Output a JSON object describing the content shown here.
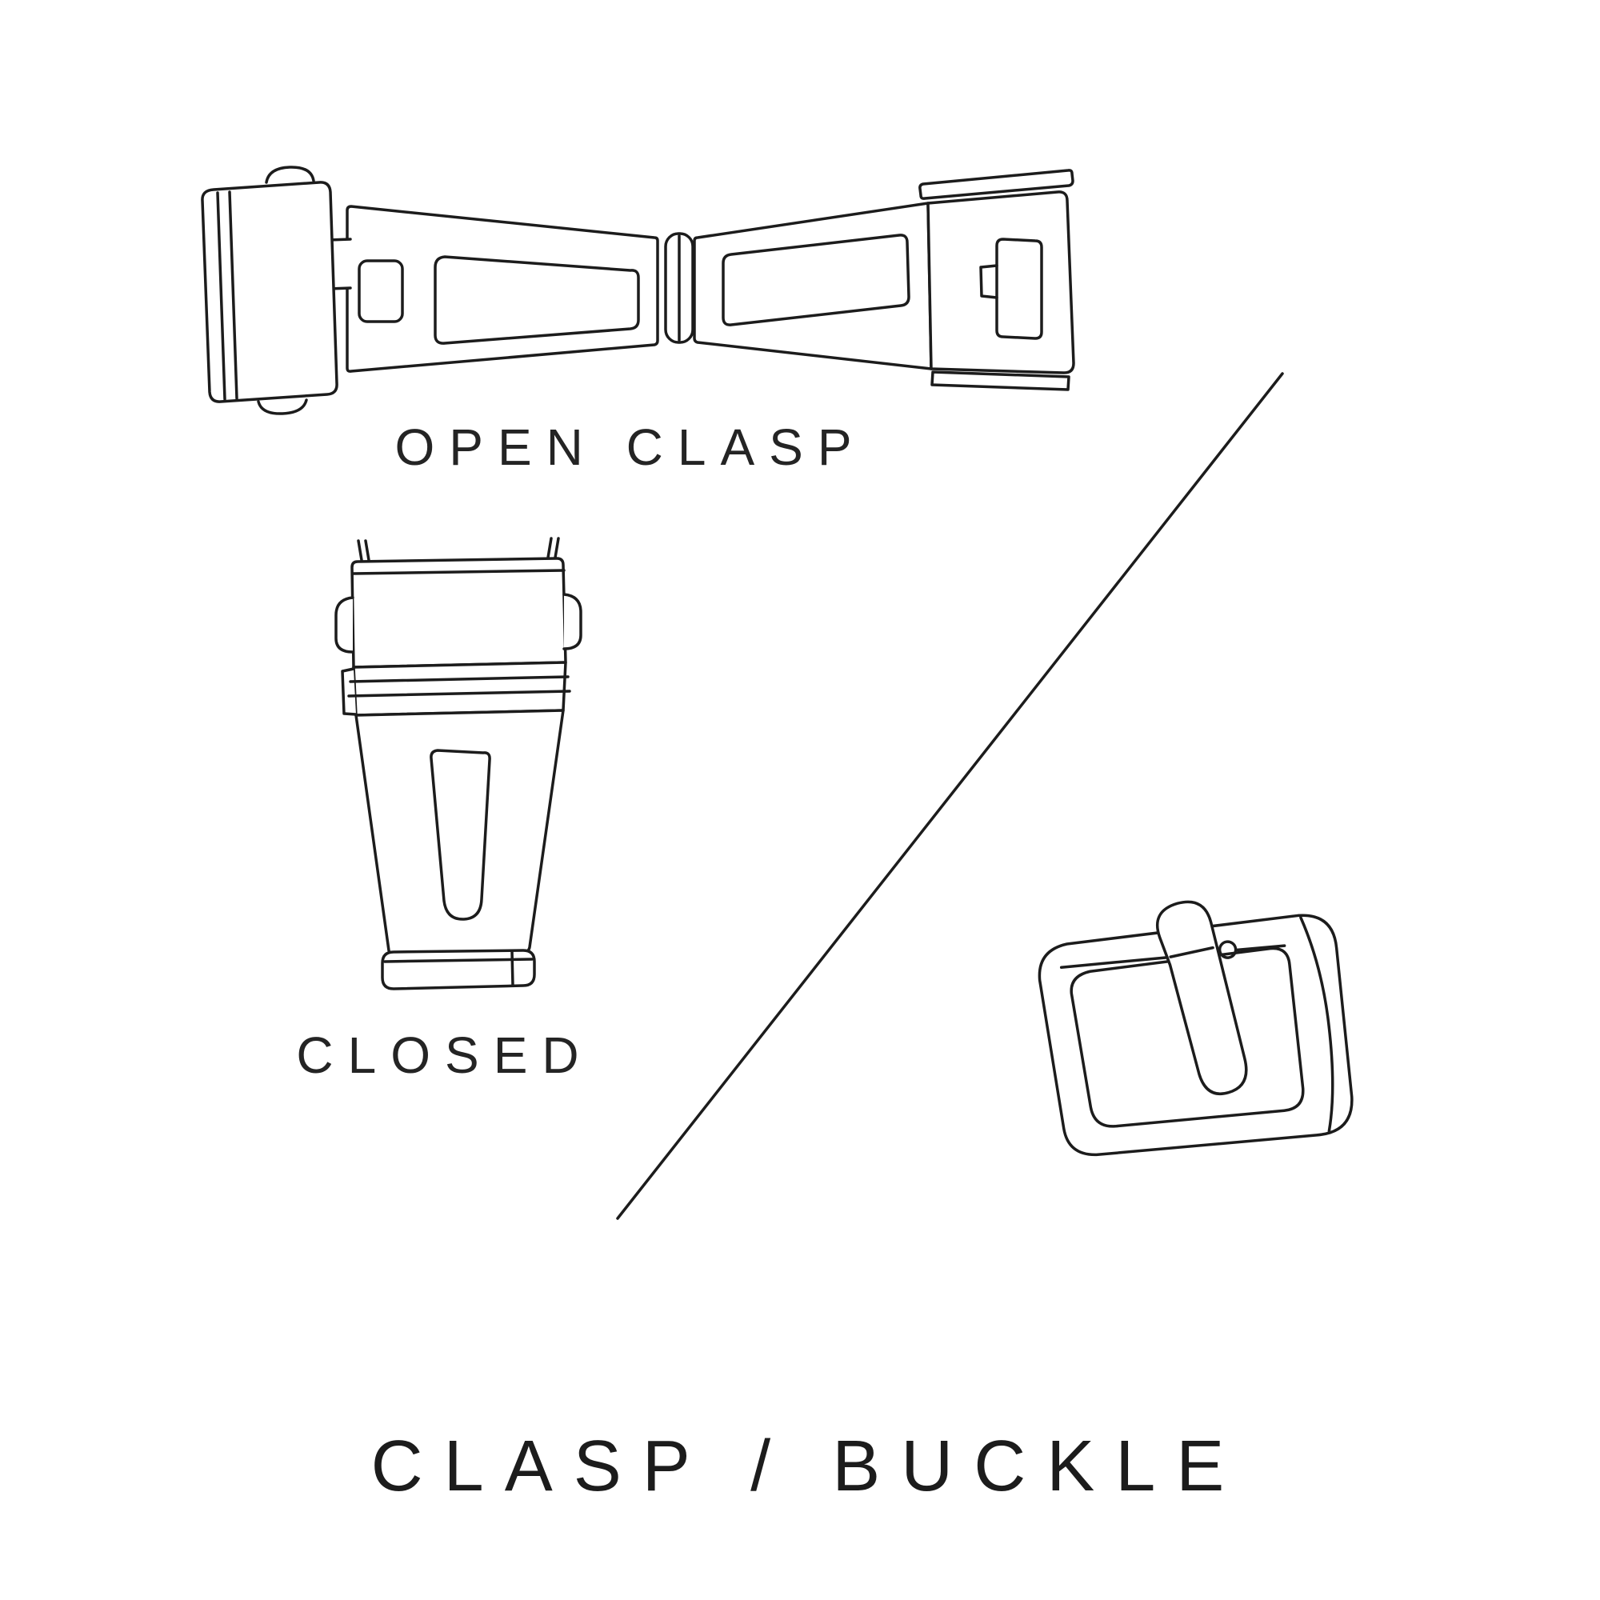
{
  "diagram": {
    "background_color": "#ffffff",
    "line_color": "#1c1c1c",
    "labels": {
      "open_clasp": "OPEN CLASP",
      "closed": "CLOSED"
    },
    "title": "CLASP / BUCKLE",
    "figures": [
      {
        "name": "open-clasp-illustration"
      },
      {
        "name": "closed-clasp-illustration"
      },
      {
        "name": "tang-buckle-illustration"
      }
    ]
  }
}
